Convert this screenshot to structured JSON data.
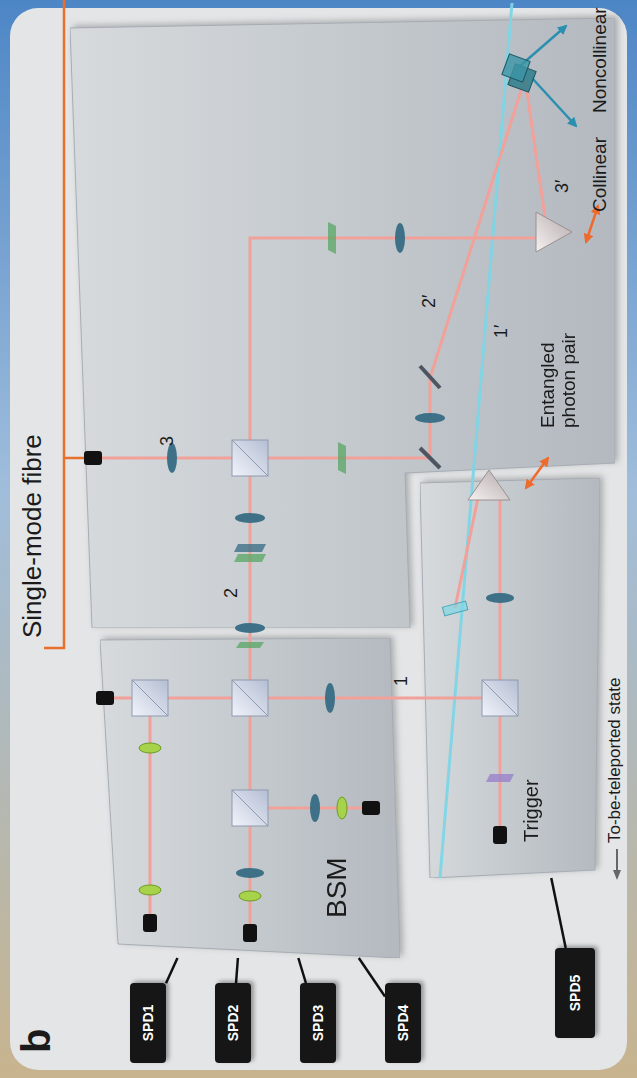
{
  "diagram": {
    "nodes": [
      {
        "text": [
          "BSM"
        ]
      },
      {
        "text": [
          "SPD1"
        ]
      },
      {
        "text": [
          "SPD2"
        ]
      },
      {
        "text": [
          "SPD3"
        ]
      },
      {
        "text": [
          "SPD4"
        ]
      },
      {
        "text": [
          "Trigger"
        ]
      },
      {
        "text": [
          "SPD5"
        ]
      },
      {
        "text": [
          "Entangled photon pair"
        ]
      }
    ],
    "edges": [
      {
        "from": 0,
        "to": 1,
        "arrow": "none"
      },
      {
        "from": 0,
        "to": 2,
        "arrow": "none"
      },
      {
        "from": 0,
        "to": 3,
        "arrow": "none"
      },
      {
        "from": 0,
        "to": 4,
        "arrow": "none"
      },
      {
        "from": 5,
        "to": 6,
        "arrow": "none"
      }
    ],
    "labels": [
      "b",
      "Single-mode fibre",
      "1",
      "2",
      "3",
      "1′",
      "2′",
      "3′",
      "Noncollinear",
      "Collinear",
      "To-be-teleported state"
    ]
  }
}
